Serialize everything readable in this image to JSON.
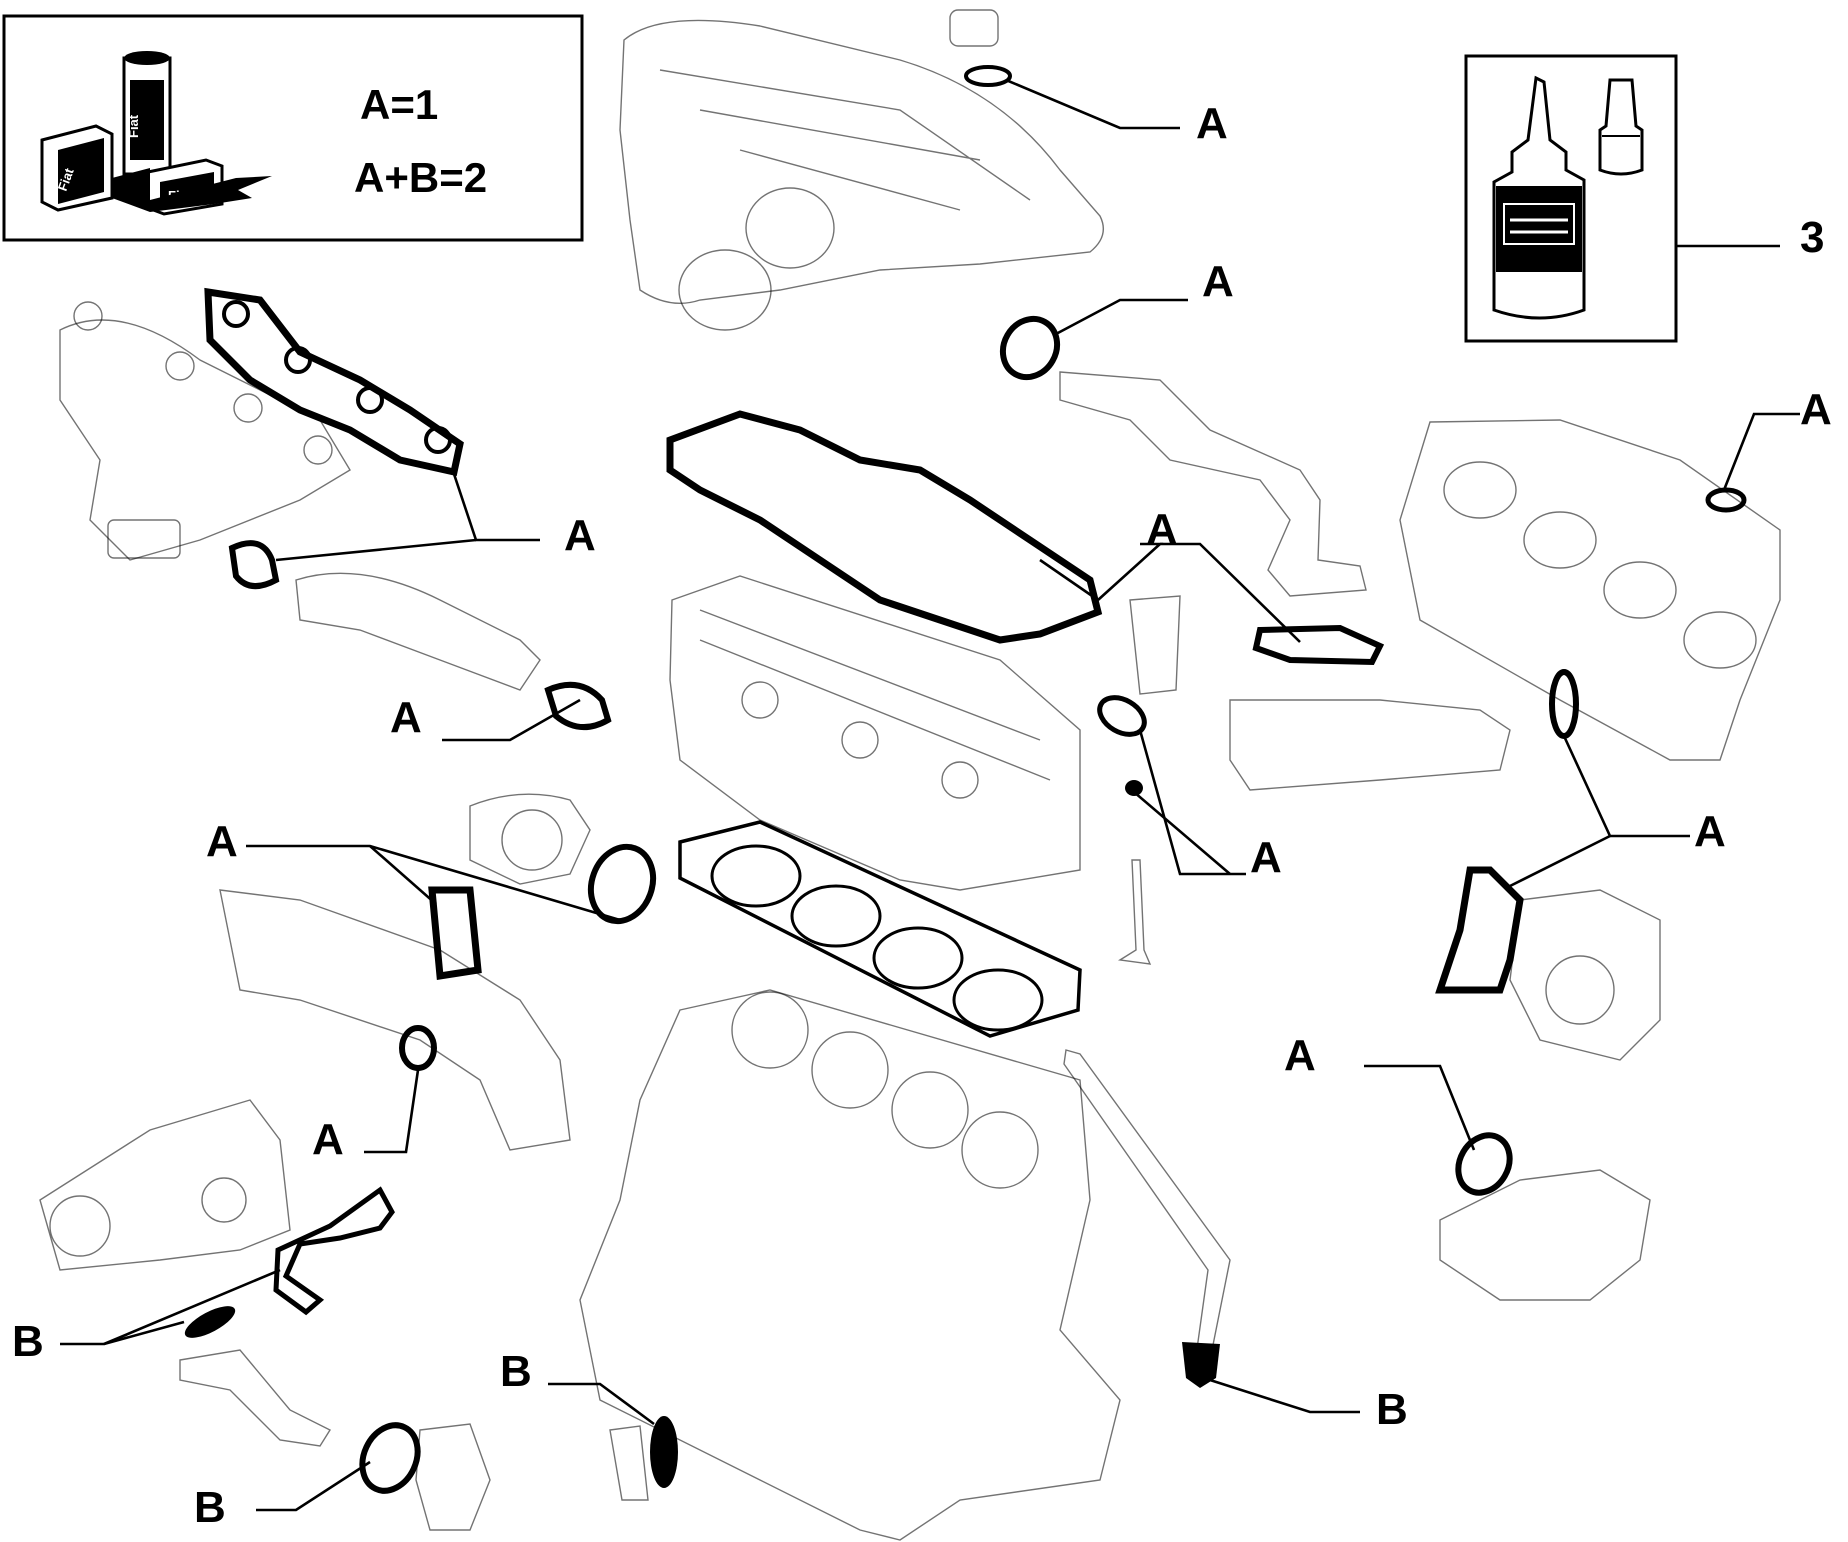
{
  "legend": {
    "line1": "A=1",
    "line2": "A+B=2",
    "package_labels": [
      "Fiat",
      "Fiat",
      "Fiat"
    ]
  },
  "sealant_kit": {
    "callout": "3"
  },
  "callouts": {
    "a_label": "A",
    "b_label": "B"
  },
  "colors": {
    "ink": "#000000",
    "background": "#ffffff"
  },
  "icons": [
    "package-icon",
    "sealant-tube-icon",
    "cap-icon"
  ]
}
